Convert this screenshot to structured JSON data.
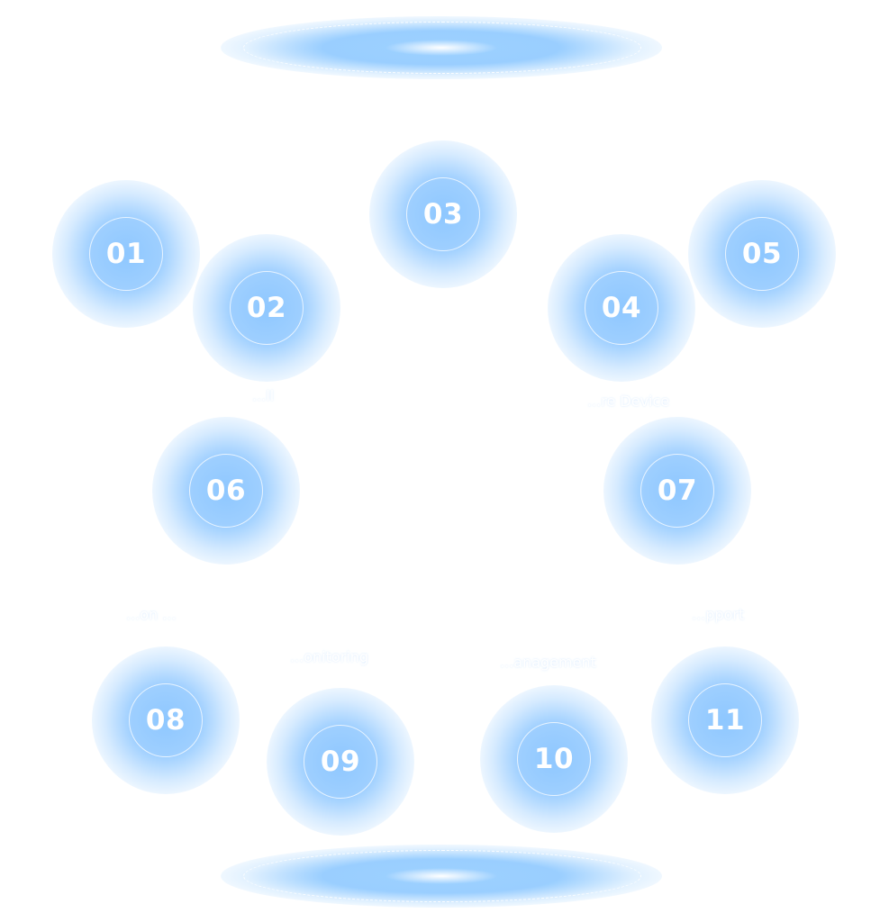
{
  "diagram": {
    "accent_color": "#8cc6ff",
    "ring_color": "#ffffff",
    "nodes": [
      {
        "id": "01"
      },
      {
        "id": "02"
      },
      {
        "id": "03"
      },
      {
        "id": "04"
      },
      {
        "id": "05"
      },
      {
        "id": "06"
      },
      {
        "id": "07"
      },
      {
        "id": "08"
      },
      {
        "id": "09"
      },
      {
        "id": "10"
      },
      {
        "id": "11"
      }
    ],
    "labels": {
      "node02": "...ll",
      "node04": "...re Device",
      "node08": "...on ...",
      "node09": "...onitoring",
      "node10": "...anagement",
      "node11": "...pport"
    }
  }
}
